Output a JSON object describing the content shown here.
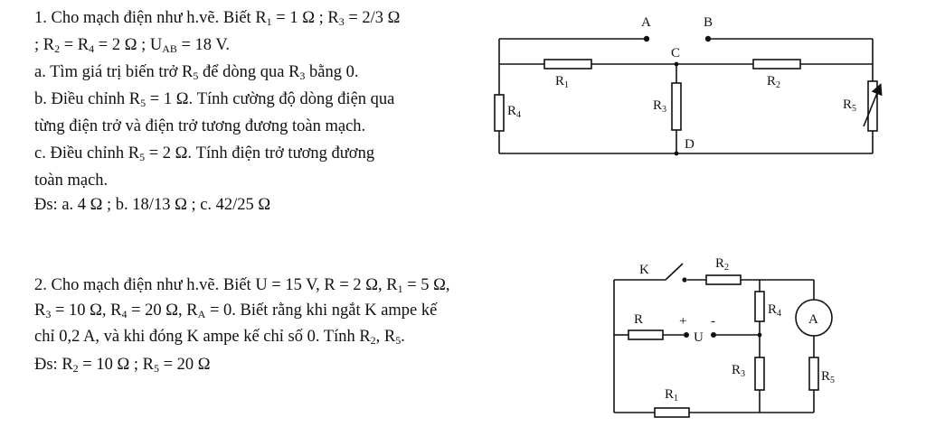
{
  "problem1": {
    "l1a": "1. Cho mạch điện như h.vẽ. Biết R",
    "l1b": "1",
    "l1c": " = 1 Ω ; R",
    "l1d": "3",
    "l1e": " = 2/3 Ω",
    "l2a": "; R",
    "l2b": "2",
    "l2c": " = R",
    "l2d": "4",
    "l2e": " = 2 Ω ; U",
    "l2f": "AB",
    "l2g": " = 18 V.",
    "l3a": "a. Tìm giá trị biến trở R",
    "l3b": "5",
    "l3c": " để dòng qua R",
    "l3d": "3",
    "l3e": " bằng 0.",
    "l4a": "b. Điều chỉnh R",
    "l4b": "5",
    "l4c": " = 1 Ω. Tính cường độ dòng điện qua",
    "l5": "từng điện trở và điện trở tương đương toàn mạch.",
    "l6a": "c. Điều chỉnh R",
    "l6b": "5",
    "l6c": " = 2 Ω. Tính điện trở tương đương",
    "l7": "toàn mạch.",
    "l8": "Đs: a. 4 Ω   ;   b. 18/13 Ω   ;   c. 42/25 Ω"
  },
  "problem2": {
    "l1a": "2. Cho mạch điện như h.vẽ. Biết U = 15 V, R = 2 Ω, R",
    "l1b": "1",
    "l1c": " = 5 Ω,",
    "l2a": "R",
    "l2b": "3",
    "l2c": " = 10 Ω, R",
    "l2d": "4",
    "l2e": " = 20 Ω, R",
    "l2f": "A",
    "l2g": " = 0. Biết rằng khi ngắt K ampe kế",
    "l3a": "chỉ 0,2 A, và khi đóng K ampe kế chỉ số 0. Tính R",
    "l3b": "2",
    "l3c": ", R",
    "l3d": "5",
    "l3e": ".",
    "l4a": "Đs: R",
    "l4b": "2",
    "l4c": " = 10 Ω   ;   R",
    "l4d": "5",
    "l4e": " = 20 Ω"
  },
  "circuit1": {
    "A": "A",
    "B": "B",
    "C": "C",
    "D": "D",
    "R": "R",
    "n1": "1",
    "n2": "2",
    "n3": "3",
    "n4": "4",
    "n5": "5"
  },
  "circuit2": {
    "K": "K",
    "R": "R",
    "U": "U",
    "A": "A",
    "plus": "+",
    "minus": "-",
    "n1": "1",
    "n2": "2",
    "n3": "3",
    "n4": "4",
    "n5": "5"
  }
}
